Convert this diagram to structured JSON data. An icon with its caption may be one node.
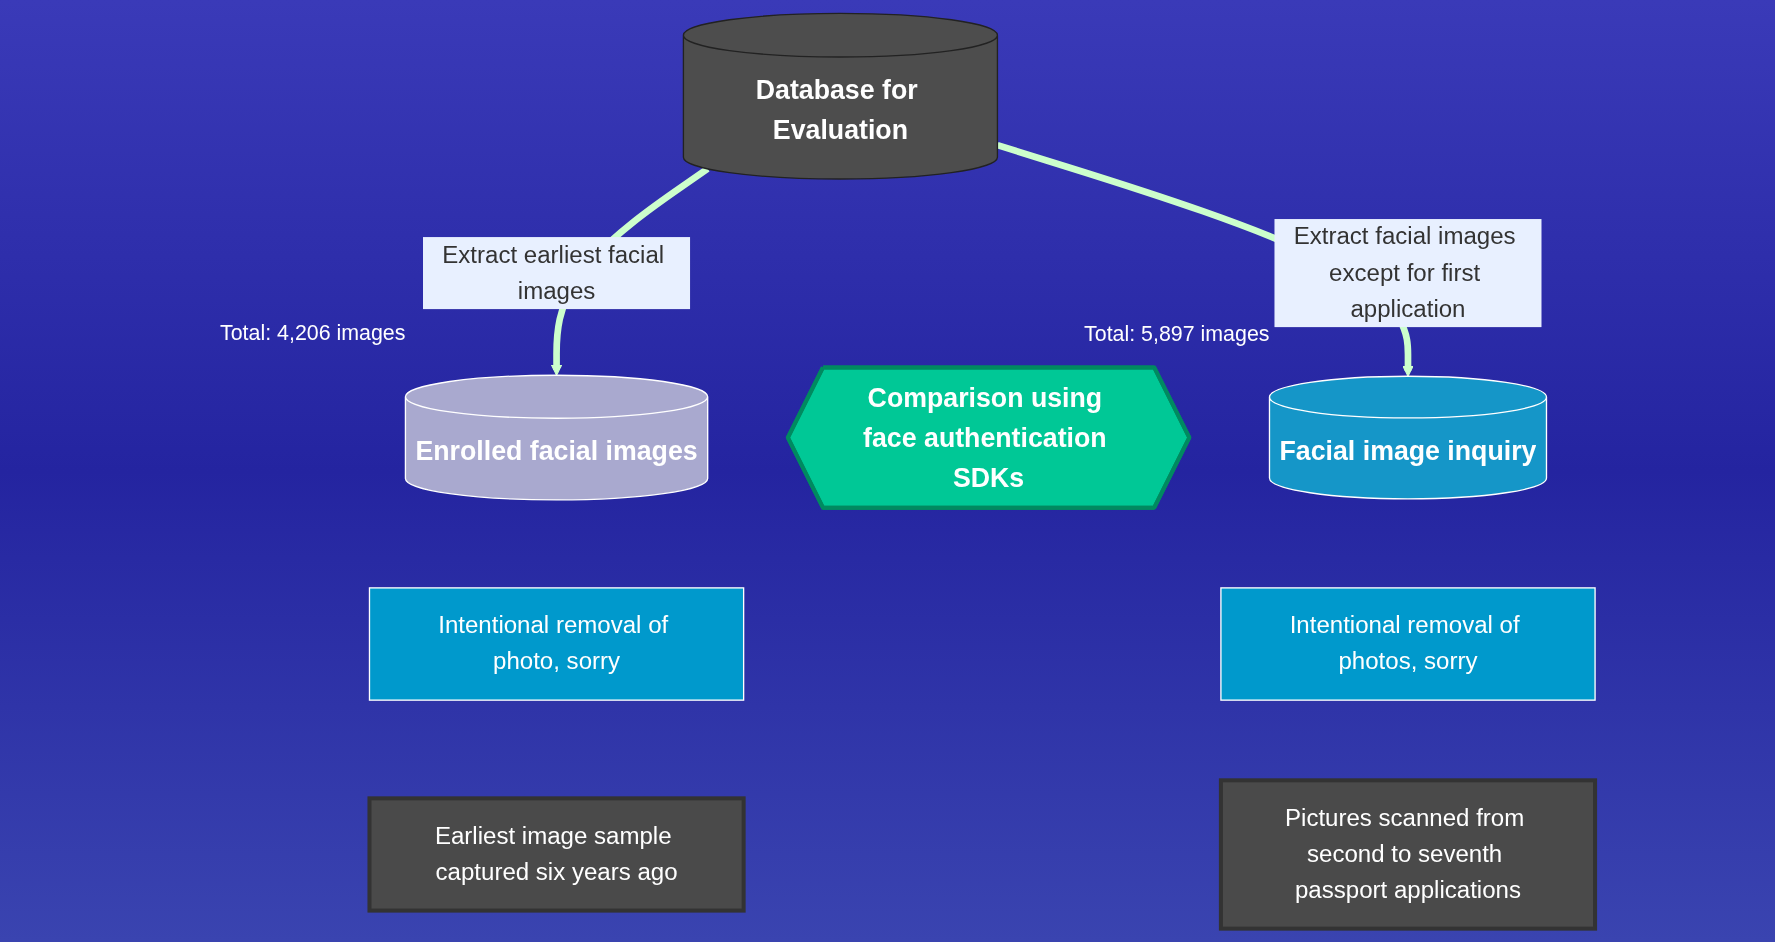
{
  "diagram": {
    "nodes": [
      {
        "text": [
          "Database for Evaluation"
        ]
      },
      {
        "text": [
          "Enrolled facial images"
        ],
        "beside": [
          "Total: 4,206 images"
        ]
      },
      {
        "text": [
          "Comparison using face authentication SDKs"
        ]
      },
      {
        "text": [
          "Facial image inquiry"
        ],
        "beside": [
          "Total: 5,897 images"
        ]
      },
      {
        "text": [
          "Intentional removal of photo, sorry"
        ]
      },
      {
        "text": [
          "Earliest image sample captured six years ago"
        ]
      },
      {
        "text": [
          "Intentional removal of photos, sorry"
        ]
      },
      {
        "text": [
          "Pictures scanned from second to seventh passport applications"
        ]
      }
    ],
    "edges": [
      {
        "from": 0,
        "to": 1,
        "arrow": "to",
        "label": "Extract earliest facial images"
      },
      {
        "from": 0,
        "to": 3,
        "arrow": "to",
        "label": "Extract facial images except for first application"
      }
    ]
  }
}
